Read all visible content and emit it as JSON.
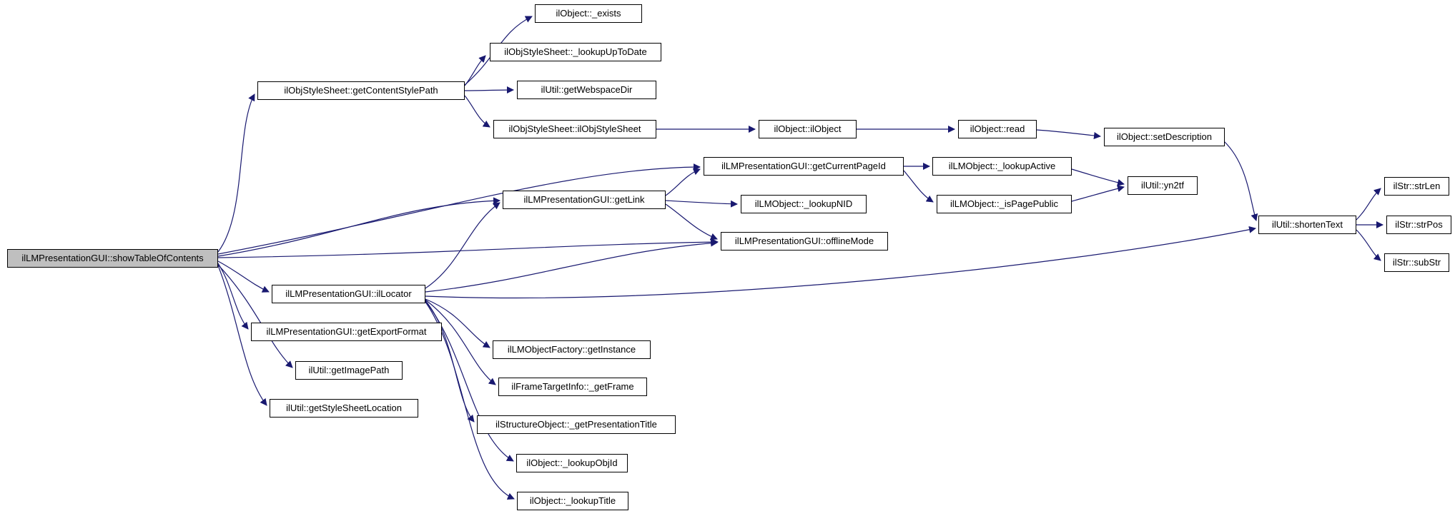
{
  "diagram": {
    "type": "call-graph",
    "background_color": "#ffffff",
    "node_fill_color": "#ffffff",
    "node_border_color": "#000000",
    "root_node_fill_color": "#bfbfbf",
    "edge_color": "#191970",
    "text_color": "#000000"
  },
  "nodes": [
    {
      "id": "showTableOfContents",
      "label": "ilLMPresentationGUI::showTableOfContents",
      "root": true
    },
    {
      "id": "getContentStylePath",
      "label": "ilObjStyleSheet::getContentStylePath"
    },
    {
      "id": "exists",
      "label": "ilObject::_exists"
    },
    {
      "id": "lookupUpToDate",
      "label": "ilObjStyleSheet::_lookupUpToDate"
    },
    {
      "id": "getWebspaceDir",
      "label": "ilUtil::getWebspaceDir"
    },
    {
      "id": "ilObjStyleSheet",
      "label": "ilObjStyleSheet::ilObjStyleSheet"
    },
    {
      "id": "ilObject",
      "label": "ilObject::ilObject"
    },
    {
      "id": "read",
      "label": "ilObject::read"
    },
    {
      "id": "setDescription",
      "label": "ilObject::setDescription"
    },
    {
      "id": "getCurrentPageId",
      "label": "ilLMPresentationGUI::getCurrentPageId"
    },
    {
      "id": "lookupActive",
      "label": "ilLMObject::_lookupActive"
    },
    {
      "id": "isPagePublic",
      "label": "ilLMObject::_isPagePublic"
    },
    {
      "id": "yn2tf",
      "label": "ilUtil::yn2tf"
    },
    {
      "id": "getLink",
      "label": "ilLMPresentationGUI::getLink"
    },
    {
      "id": "lookupNID",
      "label": "ilLMObject::_lookupNID"
    },
    {
      "id": "offlineMode",
      "label": "ilLMPresentationGUI::offlineMode"
    },
    {
      "id": "ilLocator",
      "label": "ilLMPresentationGUI::ilLocator"
    },
    {
      "id": "getExportFormat",
      "label": "ilLMPresentationGUI::getExportFormat"
    },
    {
      "id": "getImagePath",
      "label": "ilUtil::getImagePath"
    },
    {
      "id": "getStyleSheetLocation",
      "label": "ilUtil::getStyleSheetLocation"
    },
    {
      "id": "getInstance",
      "label": "ilLMObjectFactory::getInstance"
    },
    {
      "id": "getFrame",
      "label": "ilFrameTargetInfo::_getFrame"
    },
    {
      "id": "getPresentationTitle",
      "label": "ilStructureObject::_getPresentationTitle"
    },
    {
      "id": "lookupObjId",
      "label": "ilObject::_lookupObjId"
    },
    {
      "id": "lookupTitle",
      "label": "ilObject::_lookupTitle"
    },
    {
      "id": "shortenText",
      "label": "ilUtil::shortenText"
    },
    {
      "id": "strLen",
      "label": "ilStr::strLen"
    },
    {
      "id": "strPos",
      "label": "ilStr::strPos"
    },
    {
      "id": "subStr",
      "label": "ilStr::subStr"
    }
  ],
  "edges": [
    {
      "from": "showTableOfContents",
      "to": "getContentStylePath"
    },
    {
      "from": "showTableOfContents",
      "to": "getCurrentPageId"
    },
    {
      "from": "showTableOfContents",
      "to": "getLink"
    },
    {
      "from": "showTableOfContents",
      "to": "offlineMode"
    },
    {
      "from": "showTableOfContents",
      "to": "ilLocator"
    },
    {
      "from": "showTableOfContents",
      "to": "getExportFormat"
    },
    {
      "from": "showTableOfContents",
      "to": "getImagePath"
    },
    {
      "from": "showTableOfContents",
      "to": "getStyleSheetLocation"
    },
    {
      "from": "getContentStylePath",
      "to": "exists"
    },
    {
      "from": "getContentStylePath",
      "to": "lookupUpToDate"
    },
    {
      "from": "getContentStylePath",
      "to": "getWebspaceDir"
    },
    {
      "from": "getContentStylePath",
      "to": "ilObjStyleSheet"
    },
    {
      "from": "ilObjStyleSheet",
      "to": "ilObject"
    },
    {
      "from": "ilObject",
      "to": "read"
    },
    {
      "from": "read",
      "to": "setDescription"
    },
    {
      "from": "setDescription",
      "to": "shortenText"
    },
    {
      "from": "getCurrentPageId",
      "to": "lookupActive"
    },
    {
      "from": "getCurrentPageId",
      "to": "isPagePublic"
    },
    {
      "from": "lookupActive",
      "to": "yn2tf"
    },
    {
      "from": "isPagePublic",
      "to": "yn2tf"
    },
    {
      "from": "getLink",
      "to": "getCurrentPageId"
    },
    {
      "from": "getLink",
      "to": "lookupNID"
    },
    {
      "from": "getLink",
      "to": "offlineMode"
    },
    {
      "from": "ilLocator",
      "to": "getLink"
    },
    {
      "from": "ilLocator",
      "to": "offlineMode"
    },
    {
      "from": "ilLocator",
      "to": "shortenText"
    },
    {
      "from": "ilLocator",
      "to": "getInstance"
    },
    {
      "from": "ilLocator",
      "to": "getFrame"
    },
    {
      "from": "ilLocator",
      "to": "getPresentationTitle"
    },
    {
      "from": "ilLocator",
      "to": "lookupObjId"
    },
    {
      "from": "ilLocator",
      "to": "lookupTitle"
    },
    {
      "from": "shortenText",
      "to": "strLen"
    },
    {
      "from": "shortenText",
      "to": "strPos"
    },
    {
      "from": "shortenText",
      "to": "subStr"
    }
  ]
}
